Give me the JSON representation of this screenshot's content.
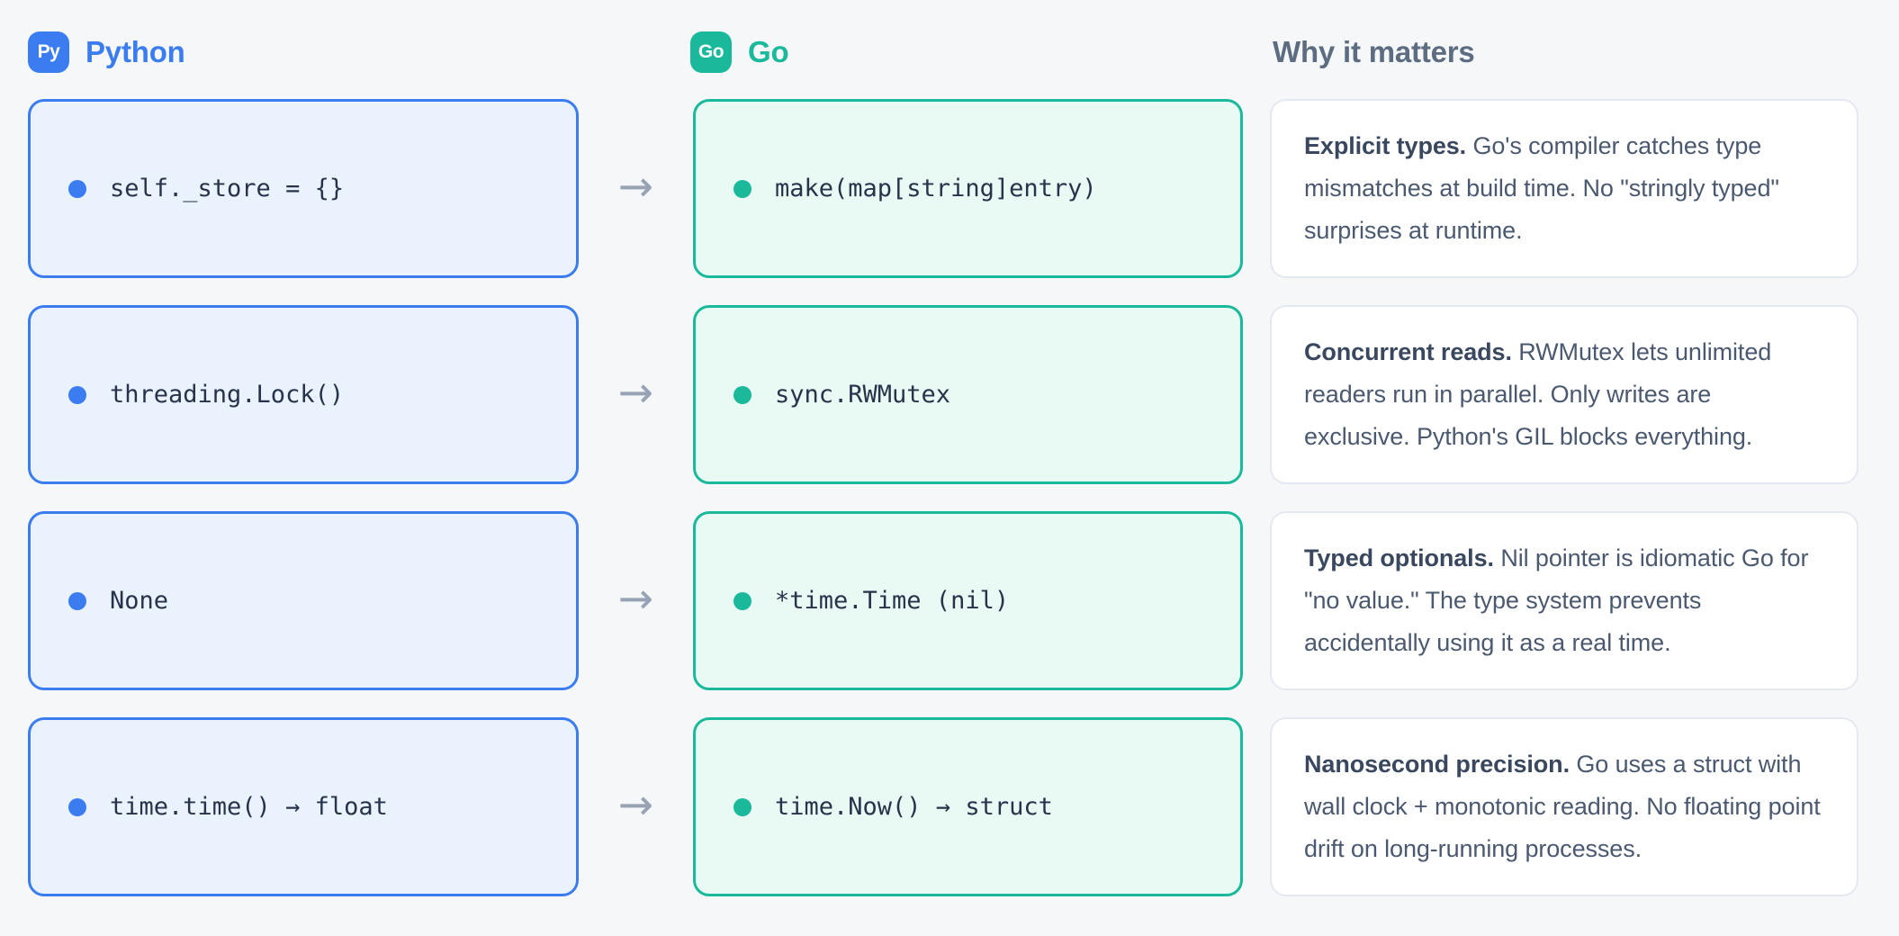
{
  "header": {
    "python": {
      "label": "Python",
      "badge": "Py"
    },
    "go": {
      "label": "Go",
      "badge": "Go"
    },
    "why": {
      "label": "Why it matters"
    }
  },
  "glyphs": {
    "arrow": "→"
  },
  "colors": {
    "python_accent": "#3b7df1",
    "python_fill": "#eaf2fd",
    "go_accent": "#1ab99b",
    "go_fill": "#e9faf4",
    "arrow": "#97a3b5",
    "heading": "#5c6c81",
    "code_text": "#26334a",
    "card_border": "#e4e9f1",
    "background": "#f5f7f9"
  },
  "rows": [
    {
      "python": "self._store = {}",
      "go": "make(map[string]entry)",
      "why_lead": "Explicit types.",
      "why_body": " Go's compiler catches type mismatches at build time. No \"stringly typed\" surprises at runtime."
    },
    {
      "python": "threading.Lock()",
      "go": "sync.RWMutex",
      "why_lead": "Concurrent reads.",
      "why_body": " RWMutex lets unlimited readers run in parallel. Only writes are exclusive. Python's GIL blocks everything."
    },
    {
      "python": "None",
      "go": "*time.Time (nil)",
      "why_lead": "Typed optionals.",
      "why_body": " Nil pointer is idiomatic Go for \"no value.\" The type system prevents accidentally using it as a real time."
    },
    {
      "python": "time.time() → float",
      "go": "time.Now() → struct",
      "why_lead": "Nanosecond precision.",
      "why_body": " Go uses a struct with wall clock + monotonic reading. No floating point drift on long-running processes."
    }
  ]
}
